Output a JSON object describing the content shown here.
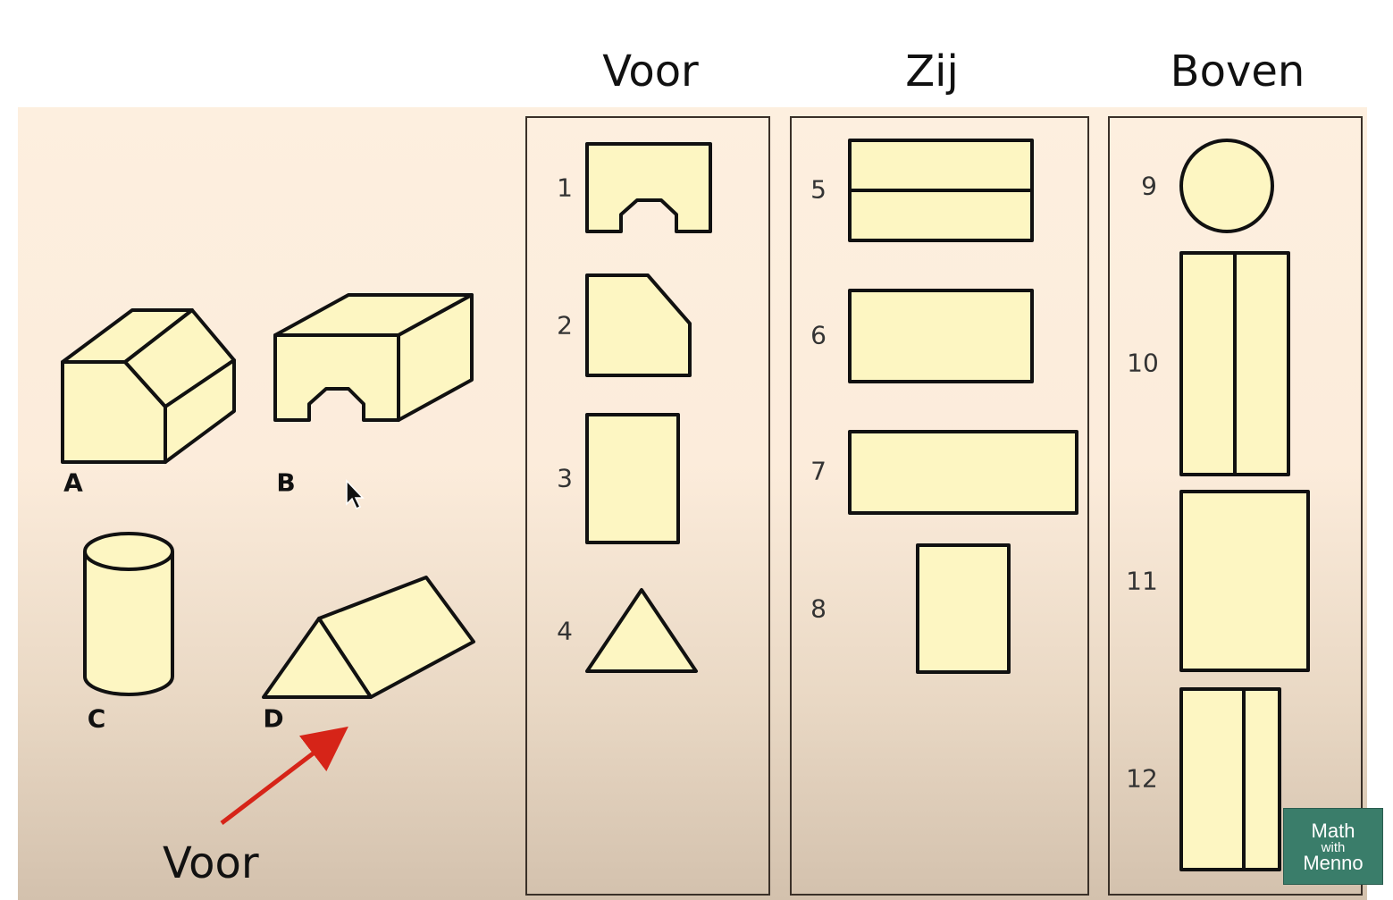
{
  "headers": {
    "front": "Voor",
    "side": "Zij",
    "top": "Boven"
  },
  "solids": {
    "a": "A",
    "b": "B",
    "c": "C",
    "d": "D"
  },
  "front_views": [
    "1",
    "2",
    "3",
    "4"
  ],
  "side_views": [
    "5",
    "6",
    "7",
    "8"
  ],
  "top_views": [
    "9",
    "10",
    "11",
    "12"
  ],
  "annotation": {
    "text": "Voor",
    "arrow_color": "#d62418"
  },
  "watermark": {
    "line1": "Math",
    "line2": "with",
    "line3": "Menno"
  },
  "colors": {
    "fill": "#fdf6c2",
    "stroke": "#111111"
  }
}
